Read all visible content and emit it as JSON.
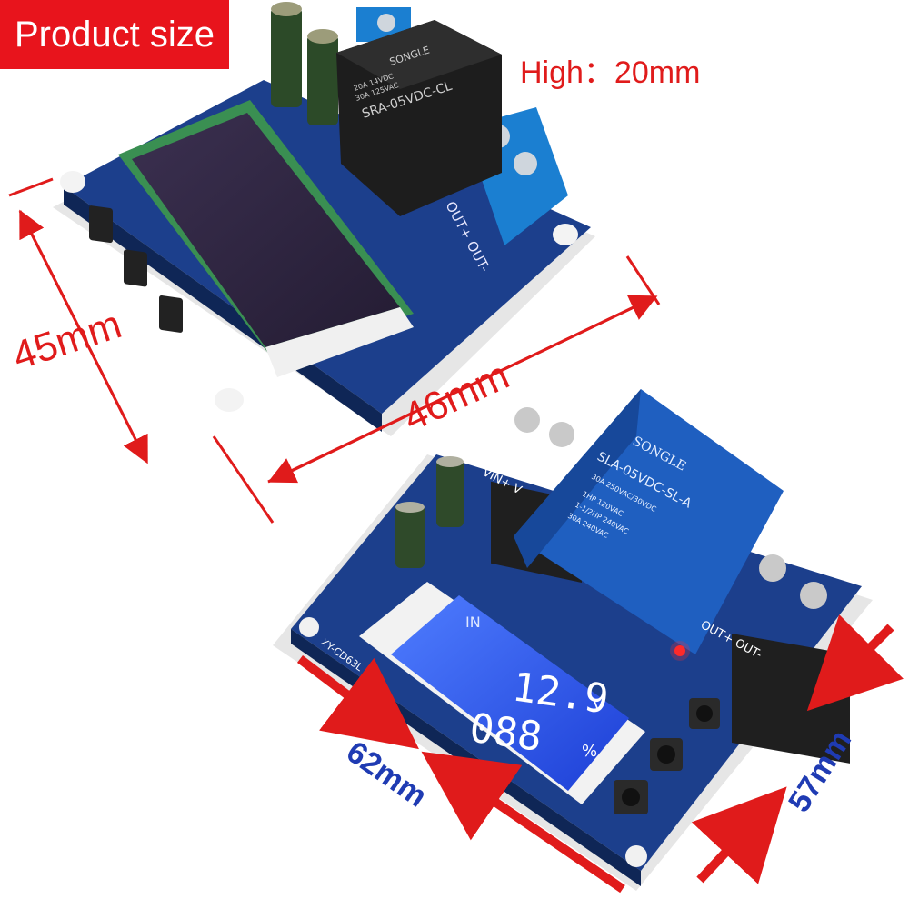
{
  "badge": {
    "text": "Product size"
  },
  "dimensions": {
    "height": "High：20mm",
    "top_width": "46mm",
    "top_depth": "45mm",
    "bottom_length": "62mm",
    "bottom_width": "57mm"
  },
  "top_board": {
    "relay_brand": "SONGLE",
    "relay_rating_1": "20A 14VDC",
    "relay_rating_2": "30A 125VAC",
    "relay_model": "SRA-05VDC-CL",
    "output_label": "OUT+ OUT-"
  },
  "bottom_board": {
    "relay_brand": "SONGLE",
    "relay_model": "SLA-05VDC-SL-A",
    "relay_spec_1": "30A 250VAC/30VDC",
    "relay_spec_2": "1HP 120VAC",
    "relay_spec_3": "1-1/2HP 240VAC",
    "relay_spec_4": "30A 240VAC",
    "input_label": "VIN+ V",
    "output_label": "OUT+ OUT-",
    "board_model": "XY-CD63L",
    "lcd_in_label": "IN",
    "lcd_voltage": "12.9",
    "lcd_voltage_unit": "V",
    "lcd_percent": "088",
    "lcd_percent_unit": "%"
  },
  "colors": {
    "accent_red": "#e01b1b",
    "label_blue": "#1f3bb3",
    "pcb_blue": "#1c3f8c",
    "relay_blue": "#1f5fc0",
    "lcd_blue": "#2f5ef0"
  }
}
